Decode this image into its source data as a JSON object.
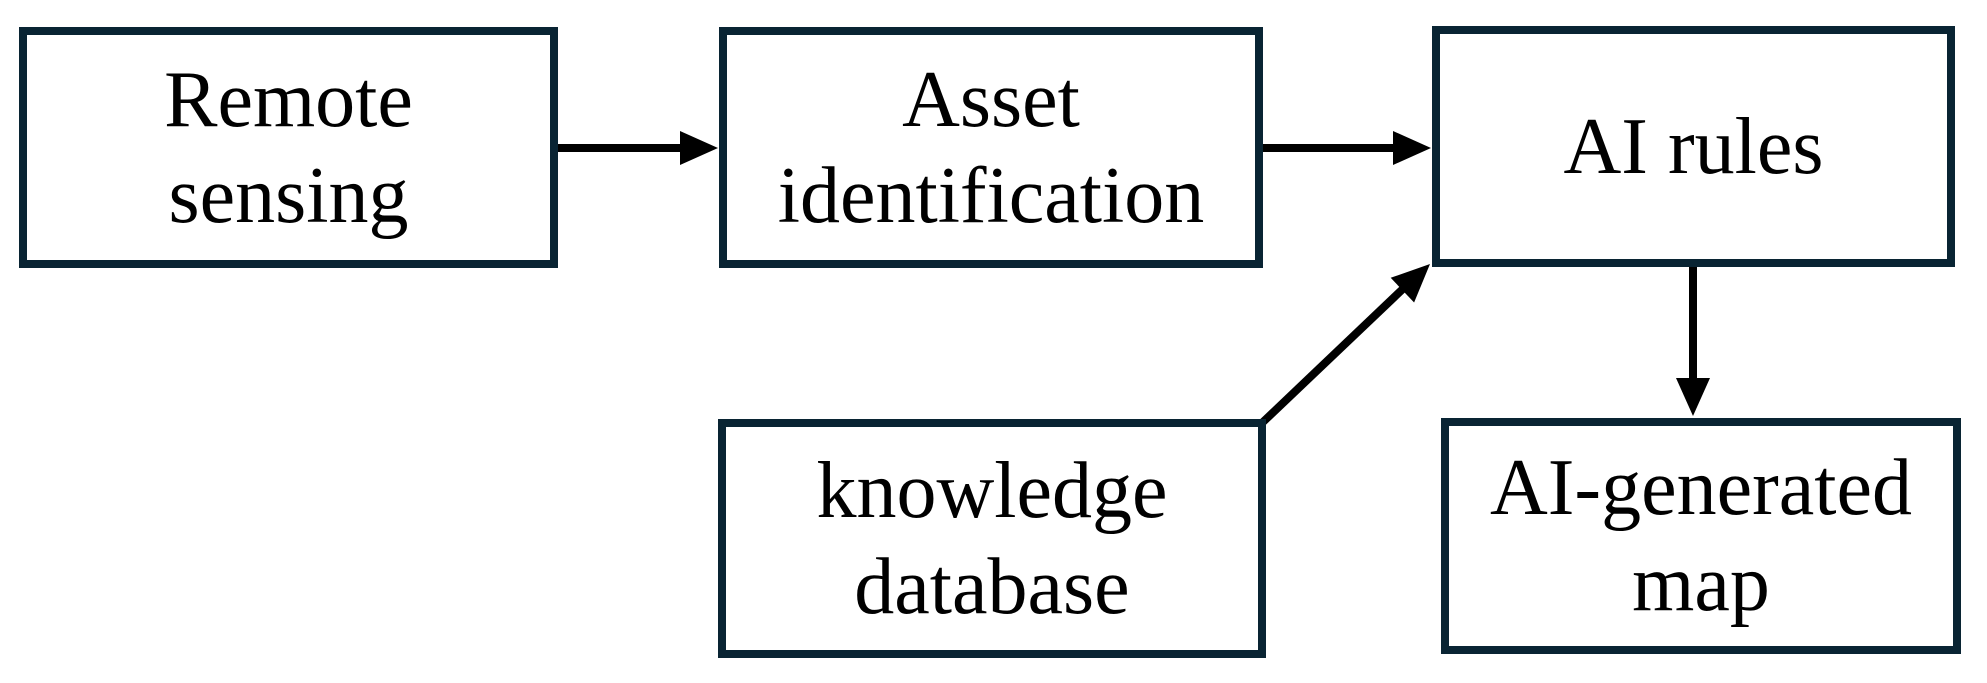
{
  "diagram": {
    "title": "AI mapping workflow flowchart",
    "colors": {
      "background": "#ffffff",
      "box_border": "#092433",
      "box_fill": "#ffffff",
      "arrow": "#000000",
      "text": "#000000"
    },
    "nodes": [
      {
        "id": "remote-sensing",
        "label": "Remote\nsensing"
      },
      {
        "id": "asset-identification",
        "label": "Asset\nidentification"
      },
      {
        "id": "ai-rules",
        "label": "AI rules"
      },
      {
        "id": "knowledge-database",
        "label": "knowledge\ndatabase"
      },
      {
        "id": "ai-generated-map",
        "label": "AI-generated\nmap"
      }
    ],
    "edges": [
      {
        "from": "remote-sensing",
        "to": "asset-identification"
      },
      {
        "from": "asset-identification",
        "to": "ai-rules"
      },
      {
        "from": "knowledge-database",
        "to": "ai-rules"
      },
      {
        "from": "ai-rules",
        "to": "ai-generated-map"
      }
    ]
  }
}
